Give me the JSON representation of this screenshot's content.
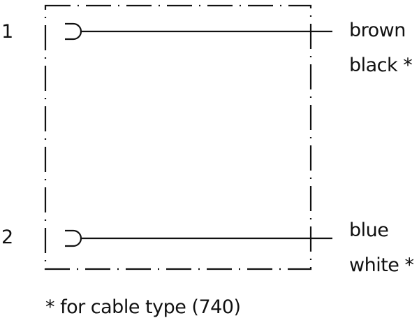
{
  "pins": [
    {
      "number": "1",
      "wires": [
        "brown",
        "black *"
      ]
    },
    {
      "number": "2",
      "wires": [
        "blue",
        "white *"
      ]
    }
  ],
  "footnote": "* for cable type (740)"
}
